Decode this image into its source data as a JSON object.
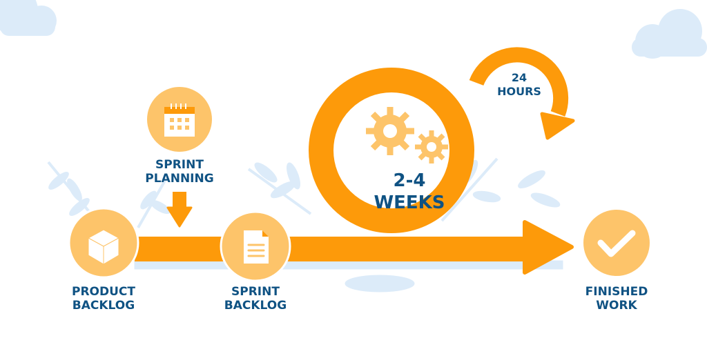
{
  "colors": {
    "orange": "#fd9a0a",
    "circle": "#fdc46a",
    "text": "#0f5283",
    "decor": "#dcebf9"
  },
  "steps": {
    "product_backlog": {
      "line1": "PRODUCT",
      "line2": "BACKLOG",
      "icon": "cube-icon"
    },
    "sprint_planning": {
      "line1": "SPRINT",
      "line2": "PLANNING",
      "icon": "calendar-icon"
    },
    "sprint_backlog": {
      "line1": "SPRINT",
      "line2": "BACKLOG",
      "icon": "document-icon"
    },
    "sprint": {
      "line1": "2-4",
      "line2": "WEEKS",
      "icon": "gears-icon"
    },
    "daily": {
      "line1": "24",
      "line2": "HOURS"
    },
    "finished_work": {
      "line1": "FINISHED",
      "line2": "WORK",
      "icon": "checkmark-icon"
    }
  }
}
